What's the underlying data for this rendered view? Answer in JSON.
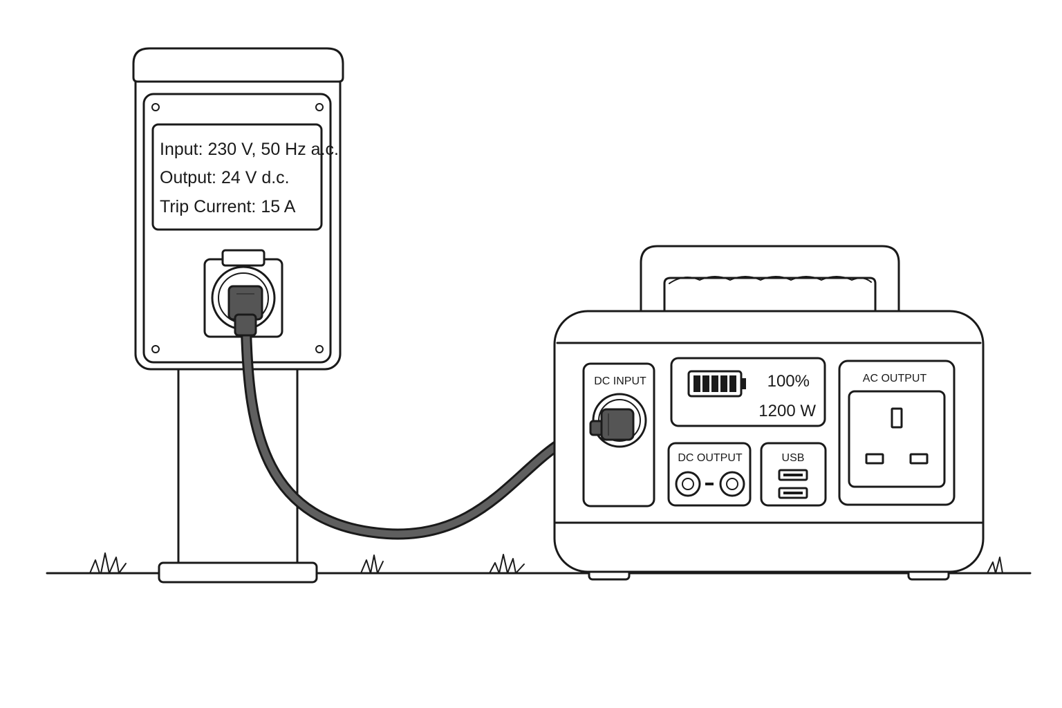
{
  "pillar": {
    "label_lines": [
      "Input: 230 V, 50 Hz a.c.",
      "Output: 24 V d.c.",
      "Trip Current: 15 A"
    ]
  },
  "station": {
    "dc_input_label": "DC INPUT",
    "display": {
      "battery_percent": "100%",
      "power": "1200 W",
      "battery_level": 1.0
    },
    "dc_output_label": "DC OUTPUT",
    "usb_label": "USB",
    "ac_output_label": "AC OUTPUT"
  },
  "colors": {
    "ink": "#1a1a1a",
    "cable": "#5f5f5f",
    "plug": "#555555",
    "background": "#ffffff"
  }
}
